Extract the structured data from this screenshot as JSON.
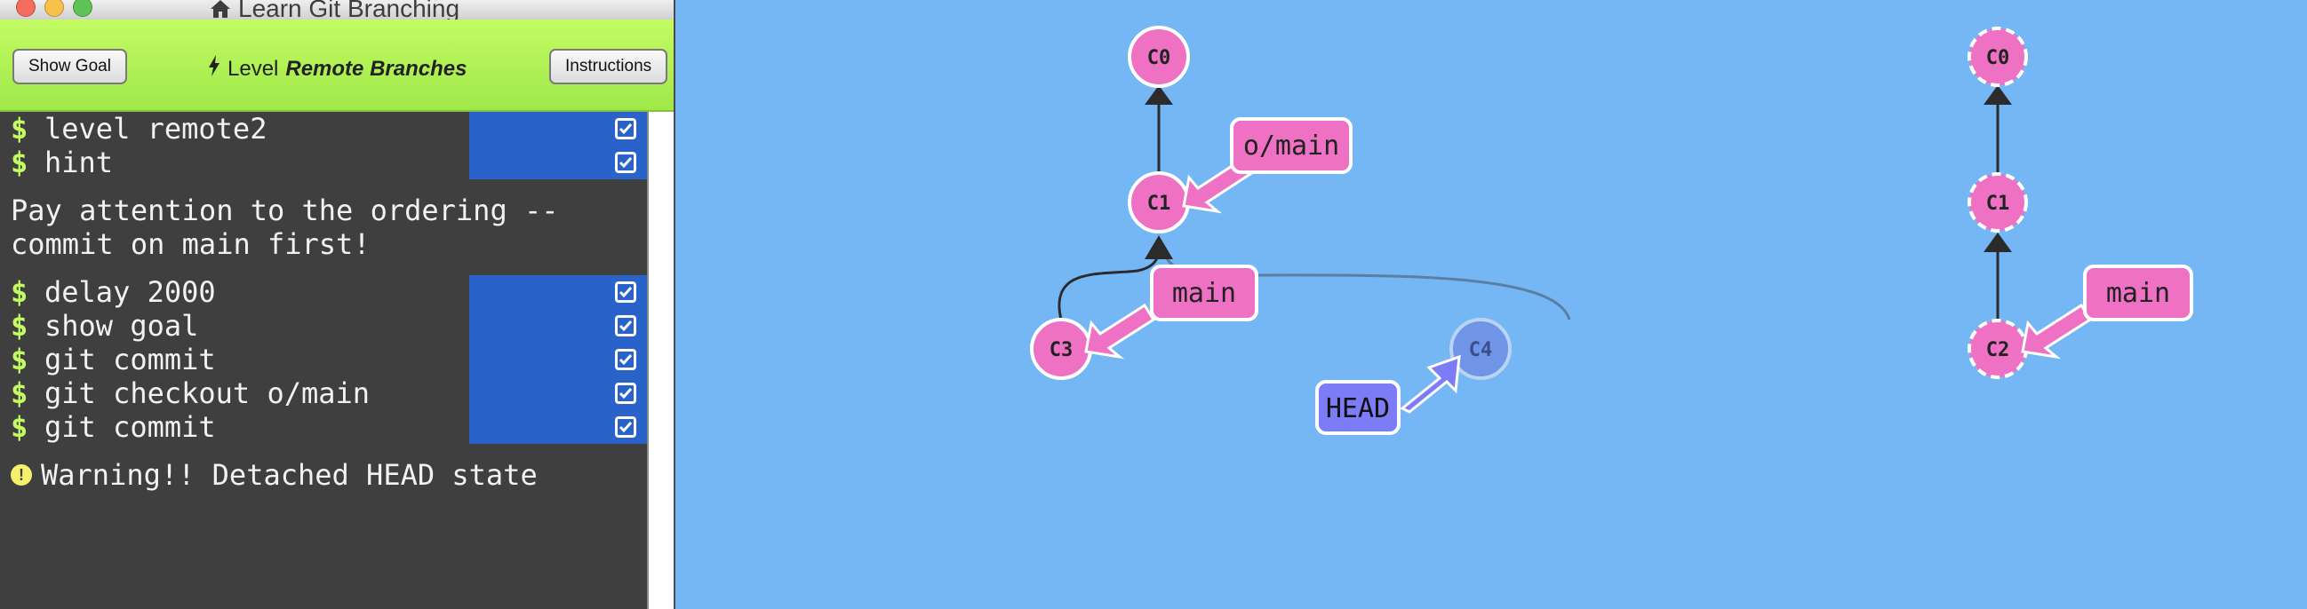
{
  "window": {
    "title": "Learn Git Branching"
  },
  "toolbar": {
    "show_goal_label": "Show Goal",
    "level_prefix": "Level",
    "level_name": "Remote Branches",
    "instructions_label": "Instructions"
  },
  "terminal": {
    "prompt_symbol": "$",
    "commands_top": [
      {
        "text": "level remote2"
      },
      {
        "text": "hint"
      }
    ],
    "hint_message": "Pay attention to the ordering -- commit on main first!",
    "commands_bottom": [
      {
        "text": "delay 2000"
      },
      {
        "text": "show goal"
      },
      {
        "text": "git commit"
      },
      {
        "text": "git checkout o/main"
      },
      {
        "text": "git commit"
      }
    ],
    "warning_message": "Warning!! Detached HEAD state"
  },
  "colors": {
    "background": "#74b7f4",
    "commit_pink": "#ef71c4",
    "head_blue": "#7b7cf6",
    "terminal_bg": "#3f3f3f",
    "check_bg": "#2962c8",
    "toolbar_green": "#c3fb62"
  },
  "graph": {
    "commits": {
      "c0": "C0",
      "c1": "C1",
      "c3": "C3",
      "c4": "C4"
    },
    "branches": {
      "o_main": "o/main",
      "main": "main",
      "head": "HEAD"
    }
  },
  "goal": {
    "commits": {
      "c0": "C0",
      "c1": "C1",
      "c2": "C2"
    },
    "branches": {
      "main": "main"
    }
  }
}
